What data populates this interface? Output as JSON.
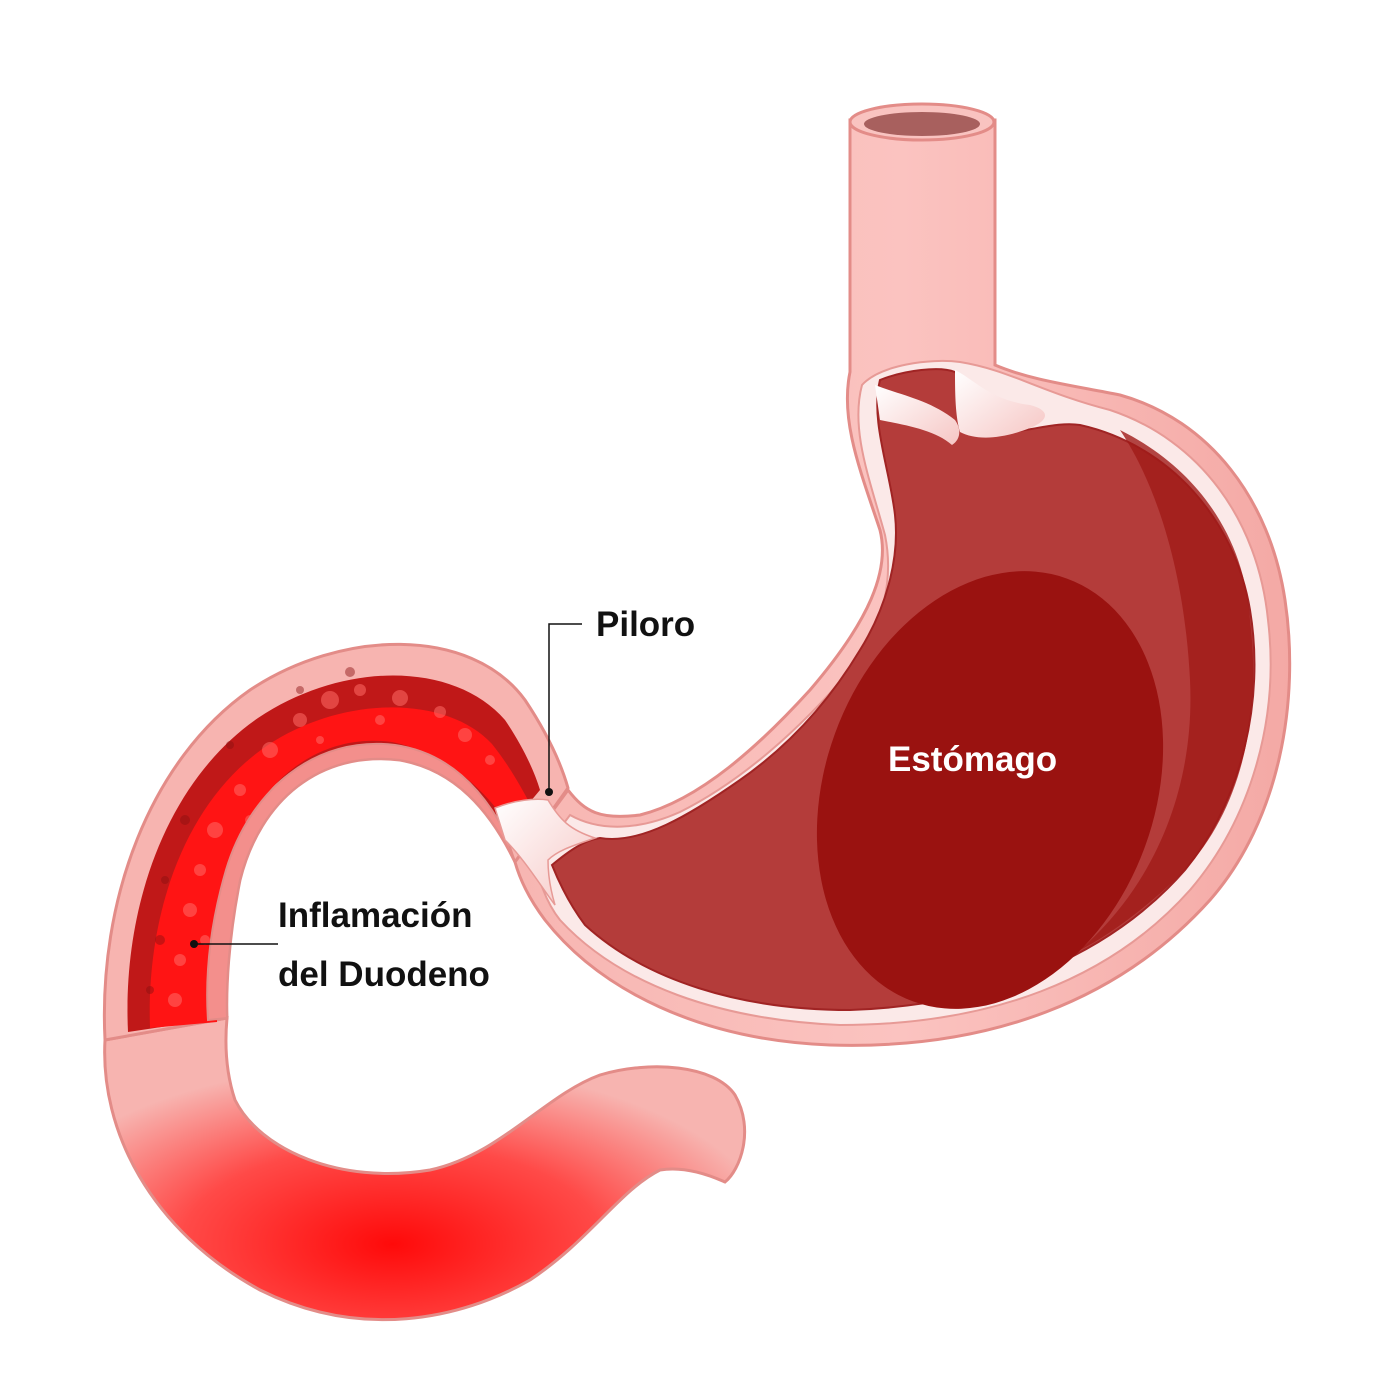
{
  "labels": {
    "pylorus": "Piloro",
    "stomach": "Estómago",
    "inflammation_line1": "Inflamación",
    "inflammation_line2": "del Duodeno"
  },
  "colors": {
    "background": "#ffffff",
    "outer_wall": "#f7b4b0",
    "wall_outline": "#e38c88",
    "stomach_interior": "#b43c3a",
    "stomach_deep": "#9a1210",
    "inflamed_lining": "#ff1010",
    "inflamed_dark": "#a01a1a",
    "mucosa_light": "#fbe0de",
    "label_text": "#111111",
    "label_on_dark": "#ffffff"
  }
}
